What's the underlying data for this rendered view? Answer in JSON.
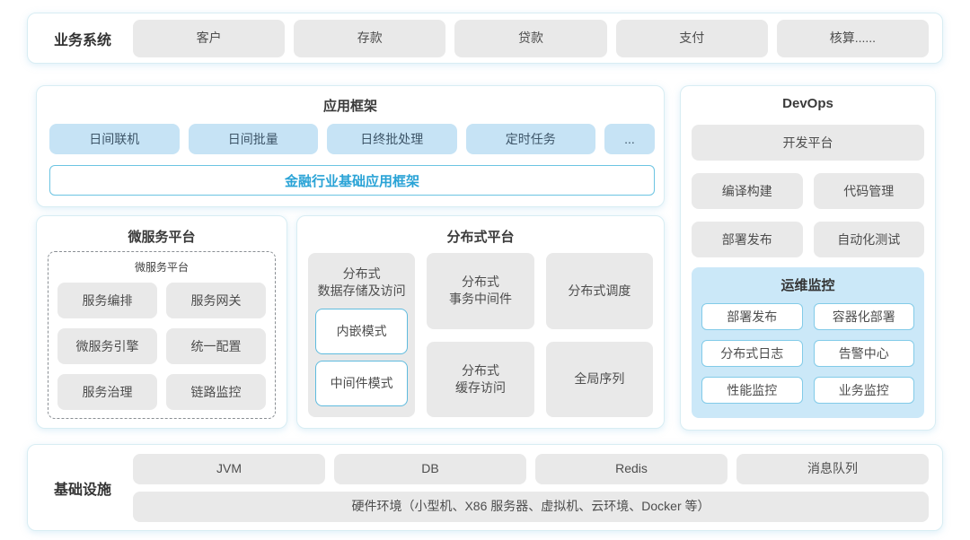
{
  "colors": {
    "section_border": "#d8edf3",
    "gray_chip_bg": "#e9e9e9",
    "blue_chip_bg": "#c6e3f5",
    "accent_blue": "#29a3d6",
    "ops_panel_bg": "#cbe8f8",
    "ops_chip_border": "#82cbe8",
    "chip_text": "#4d4d4d"
  },
  "business_systems": {
    "label": "业务系统",
    "items": [
      "客户",
      "存款",
      "贷款",
      "支付",
      "核算......"
    ]
  },
  "app_framework": {
    "title": "应用框架",
    "items": [
      "日间联机",
      "日间批量",
      "日终批处理",
      "定时任务",
      "..."
    ],
    "base_bar": "金融行业基础应用框架"
  },
  "devops": {
    "title": "DevOps",
    "dev_platform": "开发平台",
    "tools": [
      "编译构建",
      "代码管理",
      "部署发布",
      "自动化测试"
    ],
    "ops_monitor": {
      "title": "运维监控",
      "items": [
        "部署发布",
        "容器化部署",
        "分布式日志",
        "告警中心",
        "性能监控",
        "业务监控"
      ]
    }
  },
  "microservice_platform": {
    "title": "微服务平台",
    "inner_title": "微服务平台",
    "items": [
      "服务编排",
      "服务网关",
      "微服务引擎",
      "统一配置",
      "服务治理",
      "链路监控"
    ]
  },
  "distributed_platform": {
    "title": "分布式平台",
    "storage": {
      "label": "分布式\n数据存储及访问",
      "modes": [
        "内嵌模式",
        "中间件模式"
      ]
    },
    "col2": [
      "分布式\n事务中间件",
      "分布式\n缓存访问"
    ],
    "col3": [
      "分布式调度",
      "全局序列"
    ]
  },
  "infrastructure": {
    "label": "基础设施",
    "items": [
      "JVM",
      "DB",
      "Redis",
      "消息队列"
    ],
    "hardware_bar": "硬件环境（小型机、X86 服务器、虚拟机、云环境、Docker 等）"
  }
}
